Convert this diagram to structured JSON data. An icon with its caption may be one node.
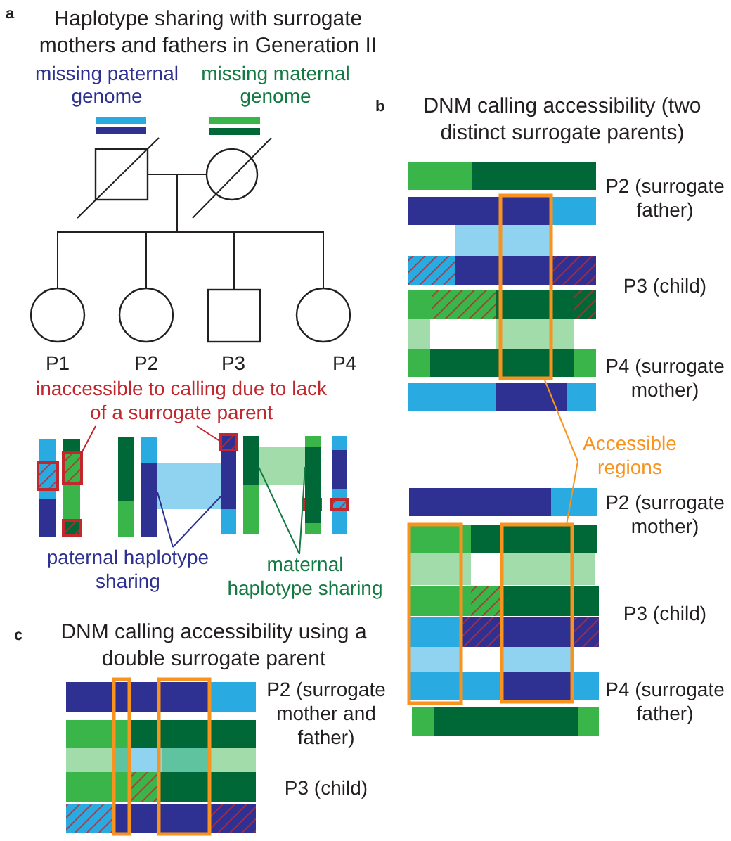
{
  "diagram": {
    "nodes": [
      {
        "text": [],
        "shape": "box",
        "beside": [
          "missing paternal genome"
        ]
      },
      {
        "text": [],
        "shape": "circle",
        "beside": [
          "missing maternal genome"
        ]
      },
      {
        "text": [],
        "shape": "circle",
        "beside": [
          "P1"
        ]
      },
      {
        "text": [],
        "shape": "circle",
        "beside": [
          "P2"
        ]
      },
      {
        "text": [],
        "shape": "box",
        "beside": [
          "P3"
        ]
      },
      {
        "text": [],
        "shape": "circle",
        "beside": [
          "P4"
        ]
      },
      {
        "text": [
          "inaccessible to calling due to lack of a surrogate parent"
        ]
      },
      {
        "text": [],
        "shape": "box"
      },
      {
        "text": [],
        "shape": "bar"
      },
      {
        "text": [],
        "shape": "bar"
      },
      {
        "text": [],
        "shape": "box",
        "in": 9
      },
      {
        "text": [
          "paternal haplotype sharing"
        ]
      },
      {
        "text": [],
        "shape": "bar"
      },
      {
        "text": [],
        "shape": "bar"
      },
      {
        "text": [
          "maternal haplotype sharing"
        ]
      },
      {
        "text": [
          "Accessible regions"
        ]
      },
      {
        "text": [],
        "shape": "box"
      },
      {
        "text": [],
        "shape": "box"
      }
    ],
    "edges": [
      {
        "from": 0,
        "to": 1,
        "arrow": "none"
      },
      {
        "from": 0,
        "to": 2,
        "arrow": "none"
      },
      {
        "from": 0,
        "to": 3,
        "arrow": "none"
      },
      {
        "from": 0,
        "to": 4,
        "arrow": "none"
      },
      {
        "from": 0,
        "to": 5,
        "arrow": "none"
      },
      {
        "from": 1,
        "to": 2,
        "arrow": "none"
      },
      {
        "from": 1,
        "to": 3,
        "arrow": "none"
      },
      {
        "from": 1,
        "to": 4,
        "arrow": "none"
      },
      {
        "from": 1,
        "to": 5,
        "arrow": "none"
      },
      {
        "from": 6,
        "to": 7,
        "arrow": "none",
        "color": "#c1272d"
      },
      {
        "from": 6,
        "to": 10,
        "arrow": "none",
        "color": "#c1272d"
      },
      {
        "from": 11,
        "to": 8,
        "arrow": "none",
        "color": "#2e3192"
      },
      {
        "from": 11,
        "to": 9,
        "arrow": "none",
        "color": "#2e3192"
      },
      {
        "from": 14,
        "to": 12,
        "arrow": "none",
        "color": "#137a43"
      },
      {
        "from": 14,
        "to": 13,
        "arrow": "none",
        "color": "#137a43"
      },
      {
        "from": 15,
        "to": 16,
        "arrow": "none",
        "color": "#f7931e"
      },
      {
        "from": 15,
        "to": 17,
        "arrow": "none",
        "color": "#f7931e"
      }
    ],
    "labels": [
      "a",
      "Haplotype sharing with surrogate mothers and fathers in Generation II",
      "b",
      "DNM calling accessibility (two distinct surrogate parents)",
      "P2 (surrogate father)",
      "P3 (child)",
      "P4 (surrogate mother)",
      "P2 (surrogate mother)",
      "P3 (child)",
      "P4 (surrogate father)",
      "c",
      "DNM calling accessibility using a double surrogate parent",
      "P2 (surrogate mother and father)",
      "P3 (child)"
    ]
  }
}
